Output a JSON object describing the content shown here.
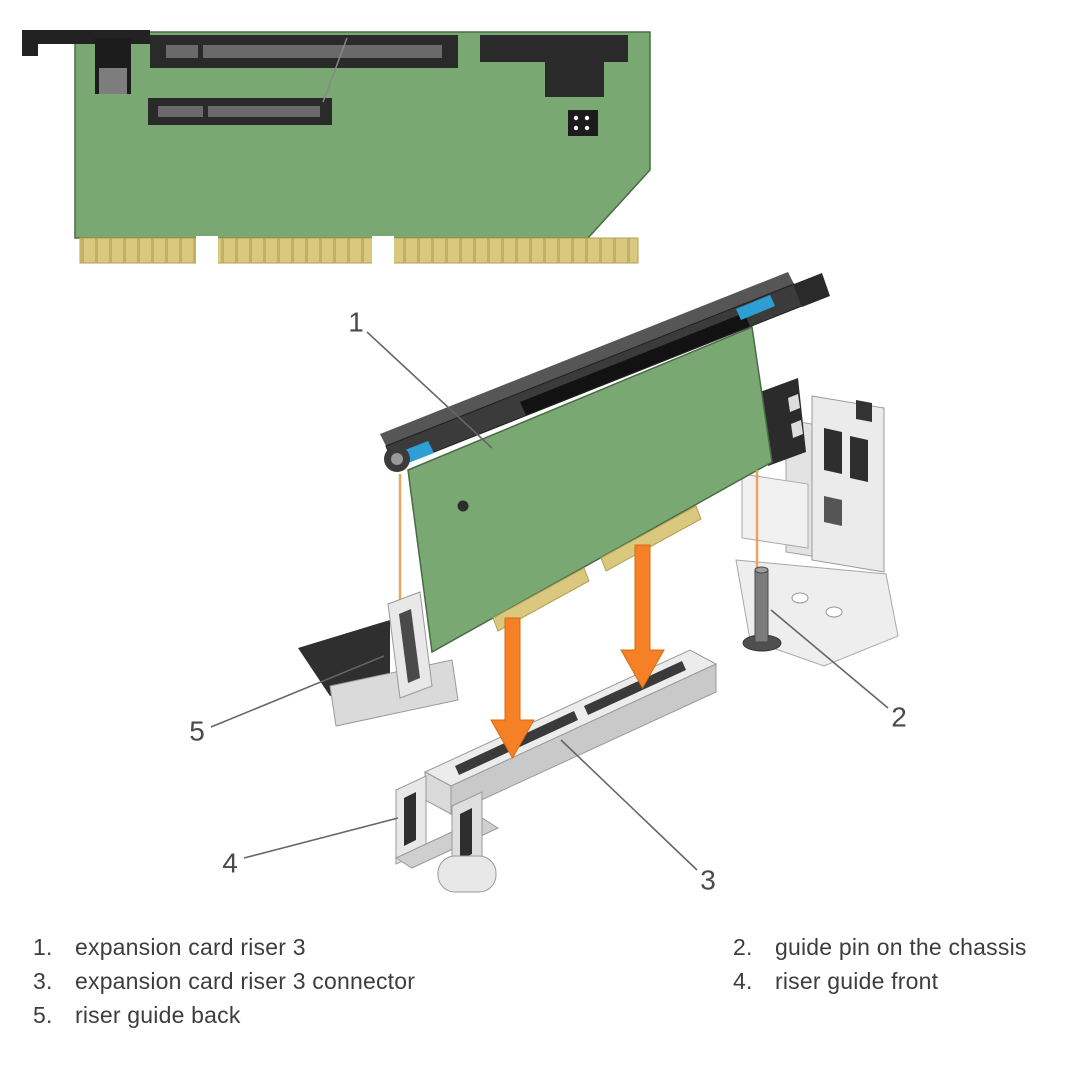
{
  "figure": {
    "callouts": {
      "c1": "1",
      "c2": "2",
      "c3": "3",
      "c4": "4",
      "c5": "5"
    }
  },
  "legend": {
    "items": [
      {
        "num": "1.",
        "label": "expansion card riser 3"
      },
      {
        "num": "2.",
        "label": "guide pin on the chassis"
      },
      {
        "num": "3.",
        "label": "expansion card riser 3 connector"
      },
      {
        "num": "4.",
        "label": "riser guide front"
      },
      {
        "num": "5.",
        "label": "riser guide back"
      }
    ]
  },
  "colors": {
    "pcb_green": "#79A873",
    "gold_contacts": "#D9C87E",
    "arrow_orange": "#F58025",
    "touch_point_blue": "#2E9FD4",
    "metal_gray": "#E8E8E8",
    "dark_plastic": "#2B2B2B"
  }
}
